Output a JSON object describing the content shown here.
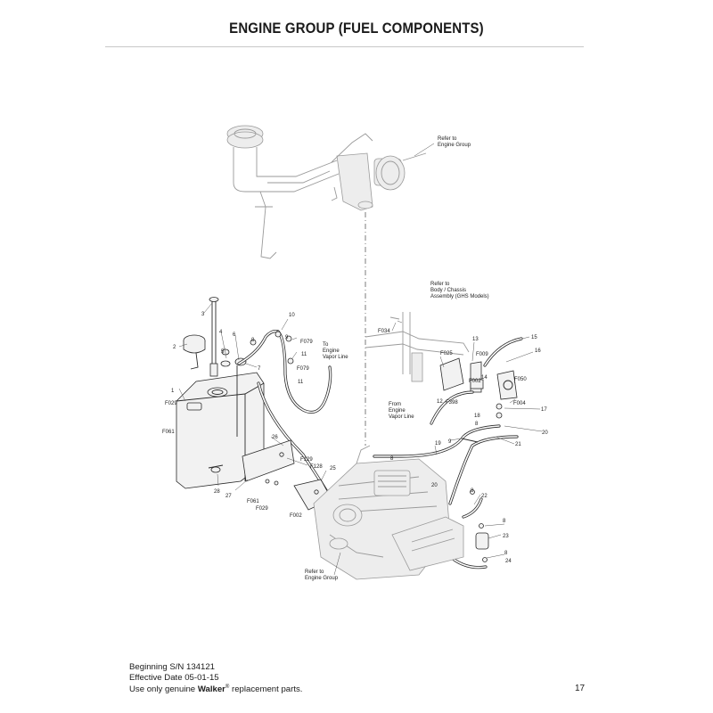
{
  "header": {
    "title": "ENGINE GROUP (FUEL COMPONENTS)"
  },
  "callouts": {
    "refer_top": [
      "Refer to",
      "Engine Group"
    ],
    "refer_body": [
      "Refer to",
      "Body / Chassis",
      "Assembly (GHS Models)"
    ],
    "to_engine_vapor": [
      "To",
      "Engine",
      "Vapor Line"
    ],
    "from_engine_vapor": [
      "From",
      "Engine",
      "Vapor Line"
    ],
    "refer_bottom": [
      "Refer to",
      "Engine Group"
    ]
  },
  "part_labels": {
    "l_1": "1",
    "l_2": "2",
    "l_3": "3",
    "l_4": "4",
    "l_5": "5",
    "l_6": "6",
    "l_7": "7",
    "l_8a": "8",
    "l_9a": "9",
    "l_10": "10",
    "l_11a": "11",
    "l_11b": "11",
    "l_F079a": "F079",
    "l_F079b": "F079",
    "l_F029a": "F029",
    "l_F061a": "F061",
    "l_26": "26",
    "l_27": "27",
    "l_28": "28",
    "l_F129": "F129",
    "l_F128": "F128",
    "l_25": "25",
    "l_F061b": "F061",
    "l_F029b": "F029",
    "l_F002a": "F002",
    "l_F034": "F034",
    "l_F025": "F025",
    "l_13": "13",
    "l_F009": "F009",
    "l_15": "15",
    "l_16": "16",
    "l_14": "14",
    "l_F002b": "F002",
    "l_F050": "F050",
    "l_F004": "F004",
    "l_12": "12",
    "l_F398": "F398",
    "l_18": "18",
    "l_8b": "8",
    "l_17": "17",
    "l_20a": "20",
    "l_21": "21",
    "l_19": "19",
    "l_9b": "9",
    "l_8c": "8",
    "l_20b": "20",
    "l_8d": "8",
    "l_22": "22",
    "l_8e": "8",
    "l_23": "23",
    "l_8f": "8",
    "l_24": "24"
  },
  "footer": {
    "line1": "Beginning S/N 134121",
    "line2": "Effective Date 05-01-15",
    "line3_pre": "Use only genuine ",
    "line3_brand": "Walker",
    "line3_reg": "®",
    "line3_post": " replacement parts."
  },
  "page_number": "17"
}
